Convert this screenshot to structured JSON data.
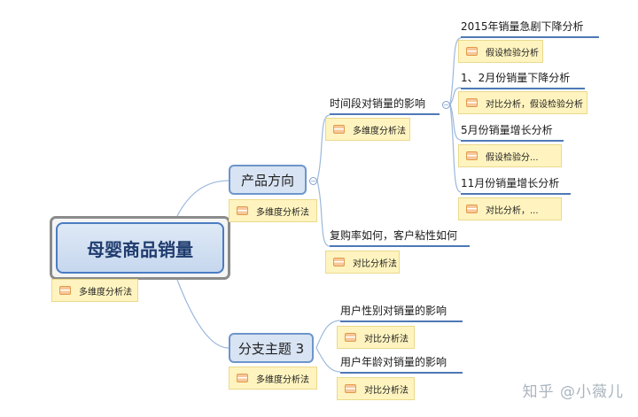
{
  "root": {
    "title": "母婴商品销量",
    "note": "多维度分析法"
  },
  "branches": [
    {
      "title": "产品方向",
      "note": "多维度分析法",
      "children": [
        {
          "title": "时间段对销量的影响",
          "note": "多维度分析法",
          "children": [
            {
              "title": "2015年销量急剧下降分析",
              "note": "假设检验分析"
            },
            {
              "title": "1、2月份销量下降分析",
              "note": "对比分析，假设检验分析"
            },
            {
              "title": "5月份销量增长分析",
              "note": "假设检验分..."
            },
            {
              "title": "11月份销量增长分析",
              "note": "对比分析，..."
            }
          ]
        },
        {
          "title": "复购率如何，客户粘性如何",
          "note": "对比分析法"
        }
      ]
    },
    {
      "title": "分支主题 3",
      "note": "多维度分析法",
      "children": [
        {
          "title": "用户性别对销量的影响",
          "note": "对比分析法"
        },
        {
          "title": "用户年龄对销量的影响",
          "note": "对比分析法"
        }
      ]
    }
  ],
  "watermark": "知乎 @小薇儿",
  "colors": {
    "link": "#9cb8dc",
    "topic_fill": "#d8e4f3",
    "topic_border": "#6d95cc",
    "note_fill": "#fff4bf",
    "underline": "#4e79b5"
  }
}
